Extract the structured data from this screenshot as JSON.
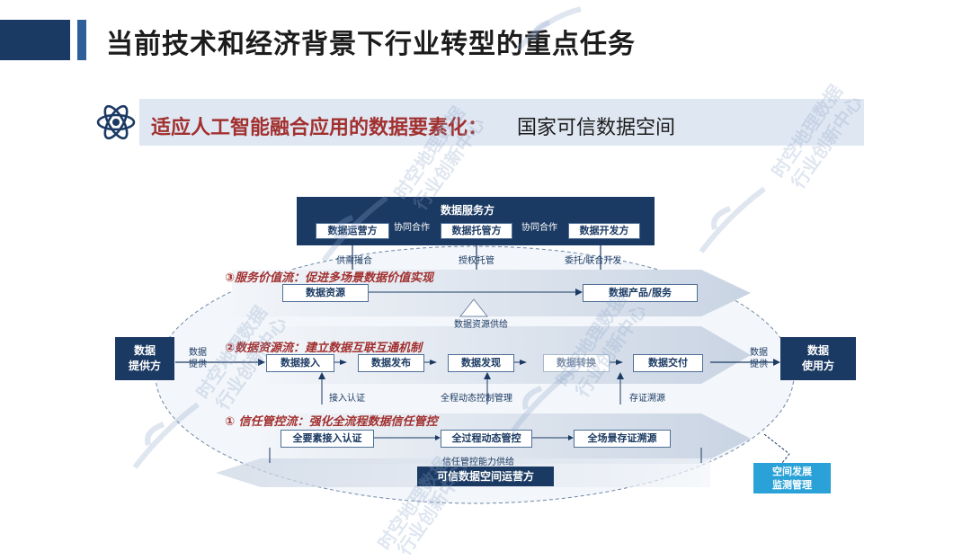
{
  "header": {
    "title": "当前技术和经济背景下行业转型的重点任务"
  },
  "subtitle": {
    "highlight": "适应人工智能融合应用的数据要素化：",
    "rest": "国家可信数据空间"
  },
  "diagram": {
    "service_party": {
      "title": "数据服务方",
      "roles": [
        "数据运营方",
        "数据托管方",
        "数据开发方"
      ],
      "cooperation_label": "协同合作",
      "links": [
        "供需撮合",
        "授权托管",
        "委托/联合开发"
      ]
    },
    "provider": {
      "label": "数据\n提供方",
      "arrow_label": "数据\n提供"
    },
    "user": {
      "label": "数据\n使用方",
      "arrow_label": "数据\n提供"
    },
    "flows": [
      {
        "title": "③服务价值流：促进多场景数据价值实现",
        "boxes": [
          "数据资源",
          "数据产品/服务"
        ]
      },
      {
        "title": "②数据资源流：建立数据互联互通机制",
        "boxes": [
          "数据接入",
          "数据发布",
          "数据发现",
          "数据转换",
          "数据交付"
        ]
      },
      {
        "title": "① 信任管控流：强化全流程数据信任管控",
        "boxes": [
          "全要素接入认证",
          "全过程动态管控",
          "全场景存证溯源"
        ]
      }
    ],
    "mid_labels": {
      "resource_supply": "数据资源供给",
      "access_auth": "接入认证",
      "dynamic_control": "全程动态控制管理",
      "traceability": "存证溯源",
      "trust_supply": "信任管控能力供给"
    },
    "operator": "可信数据空间运营方",
    "monitor": "空间发展\n监测管理"
  },
  "watermark": {
    "line1": "时空地理数据",
    "line2": "行业创新中心"
  },
  "colors": {
    "navy": "#1b3a63",
    "accent_red": "#a2302f",
    "banner": "#dfe7f2",
    "cyan": "#2aa2d8"
  }
}
